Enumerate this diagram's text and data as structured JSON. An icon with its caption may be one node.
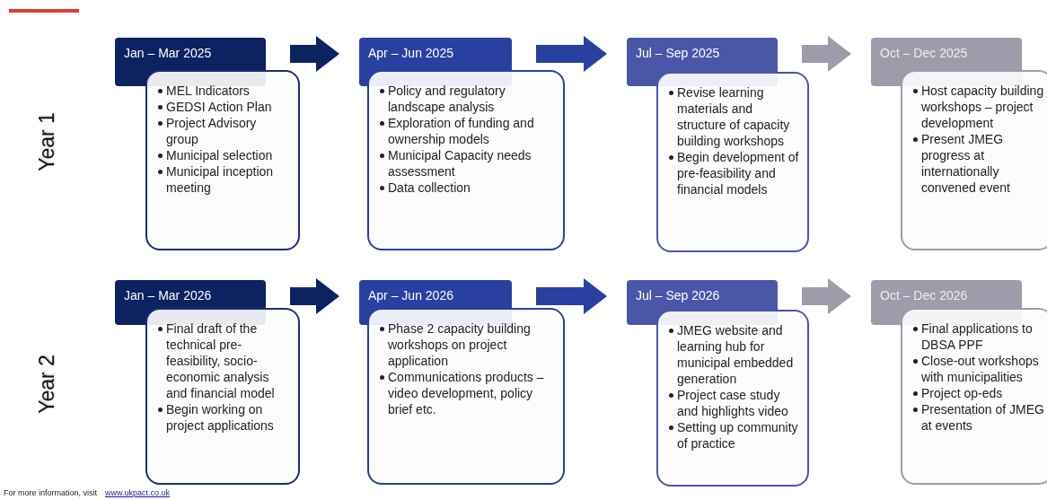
{
  "diagram": {
    "nodes": [
      {
        "text": [
          "Jan – Mar 2025"
        ]
      },
      {
        "text": [
          "MEL Indicators",
          "GEDSI Action Plan",
          "Project Advisory group",
          "Municipal selection",
          "Municipal inception meeting"
        ]
      },
      {
        "text": [
          "Apr – Jun 2025"
        ]
      },
      {
        "text": [
          "Policy and regulatory landscape analysis",
          "Exploration of funding and ownership models",
          "Municipal Capacity needs assessment",
          "Data collection"
        ]
      },
      {
        "text": [
          "Jul – Sep 2025"
        ]
      },
      {
        "text": [
          "Revise learning materials and structure of capacity building workshops",
          "Begin development of pre-feasibility and financial models"
        ]
      },
      {
        "text": [
          "Oct – Dec 2025"
        ]
      },
      {
        "text": [
          "Host capacity building workshops – project development",
          "Present JMEG progress at internationally convened event"
        ]
      },
      {
        "text": [
          "Jan – Mar 2026"
        ]
      },
      {
        "text": [
          "Final draft of the technical pre-feasibility, socio-economic analysis and financial model",
          "Begin working on project applications"
        ]
      },
      {
        "text": [
          "Apr – Jun 2026"
        ]
      },
      {
        "text": [
          "Phase 2 capacity building workshops on project application",
          "Communications products – video development, policy brief etc."
        ]
      },
      {
        "text": [
          "Jul – Sep 2026"
        ]
      },
      {
        "text": [
          "JMEG website and learning hub for municipal embedded generation",
          "Project case study and highlights video",
          "Setting up community of practice"
        ]
      },
      {
        "text": [
          "Oct – Dec 2026"
        ]
      },
      {
        "text": [
          "Final applications to DBSA PPF",
          "Close-out workshops with municipalities",
          "Project op-eds",
          "Presentation of JMEG at events"
        ]
      }
    ],
    "edges": [
      {
        "from": 0,
        "to": 2,
        "arrow": "to",
        "color": "#0d2260"
      },
      {
        "from": 2,
        "to": 4,
        "arrow": "to",
        "color": "#2a40a0"
      },
      {
        "from": 4,
        "to": 6,
        "arrow": "to",
        "color": "#9c9cab"
      },
      {
        "from": 8,
        "to": 10,
        "arrow": "to",
        "color": "#0d2260"
      },
      {
        "from": 10,
        "to": 12,
        "arrow": "to",
        "color": "#2a40a0"
      },
      {
        "from": 12,
        "to": 14,
        "arrow": "to",
        "color": "#9c9cab"
      }
    ],
    "labels": [
      "Year 1",
      "Year 2",
      "For more information, visit",
      "www.ukpact.co.uk"
    ]
  }
}
